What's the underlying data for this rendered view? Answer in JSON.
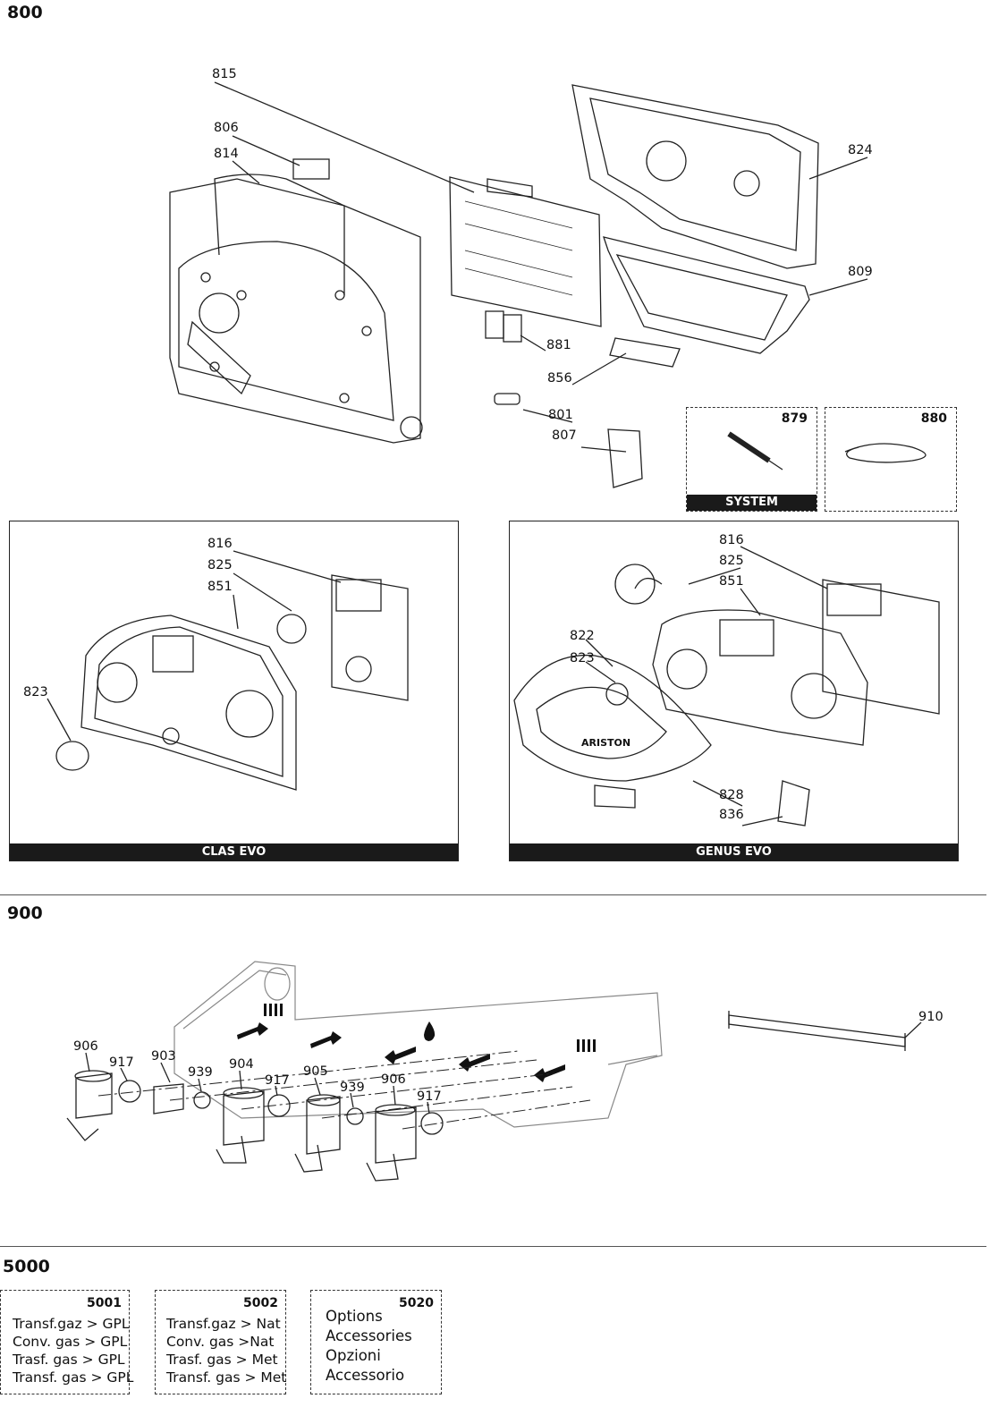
{
  "sections": {
    "s800": "800",
    "s900": "900",
    "s5000": "5000"
  },
  "labels800": {
    "l815": "815",
    "l806": "806",
    "l814": "814",
    "l824": "824",
    "l809": "809",
    "l881": "881",
    "l856": "856",
    "l801": "801",
    "l807": "807"
  },
  "kits": {
    "k879": "879",
    "k880": "880",
    "system_bar": "SYSTEM"
  },
  "clas": {
    "bar": "CLAS EVO",
    "l816": "816",
    "l825": "825",
    "l851": "851",
    "l823": "823"
  },
  "genus": {
    "bar": "GENUS EVO",
    "l816": "816",
    "l825": "825",
    "l851": "851",
    "l822": "822",
    "l823": "823",
    "l828": "828",
    "l836": "836",
    "brand": "ARISTON"
  },
  "labels900": {
    "l906a": "906",
    "l917a": "917",
    "l903": "903",
    "l939a": "939",
    "l904": "904",
    "l917b": "917",
    "l905": "905",
    "l939b": "939",
    "l906b": "906",
    "l917c": "917",
    "l910": "910"
  },
  "boxes5000": {
    "b5001": {
      "num": "5001",
      "lines": [
        "Transf.gaz > GPL",
        "Conv. gas > GPL",
        "Trasf. gas > GPL",
        "Transf. gas > GPL"
      ]
    },
    "b5002": {
      "num": "5002",
      "lines": [
        "Transf.gaz >  Nat",
        "Conv. gas >Nat",
        "Trasf. gas > Met",
        "Transf. gas > Met"
      ]
    },
    "b5020": {
      "num": "5020",
      "lines": [
        "Options",
        "Accessories",
        "Opzioni",
        "Accessorio"
      ]
    }
  }
}
